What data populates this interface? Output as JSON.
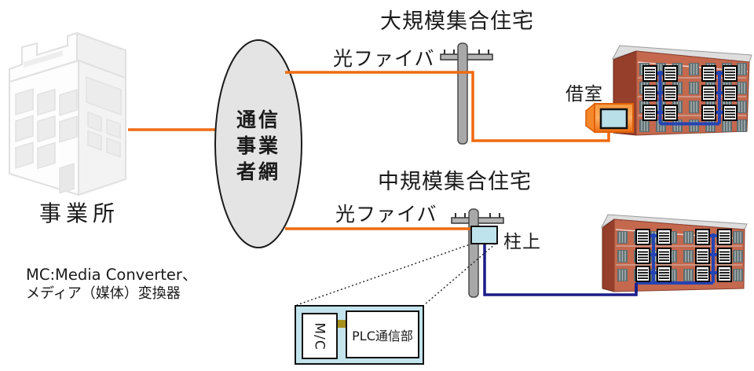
{
  "labels": {
    "office": "事業所",
    "network_l1": "通信",
    "network_l2": "事業",
    "network_l3": "者網",
    "large_title": "大規模集合住宅",
    "fiber_top": "光ファイバ",
    "room": "借室",
    "medium_title": "中規模集合住宅",
    "fiber_bottom": "光ファイバ",
    "pole_label": "柱上",
    "mc": "M/C",
    "plc": "PLC通信部",
    "note1": "MC:Media Converter、",
    "note2": "メディア（媒体）変換器"
  },
  "colors": {
    "fiber_orange": "#ef6a12",
    "plc_navy": "#1c1c88",
    "indoor_blue": "#2444b4",
    "pale_blue_panel": "#bfe3ec",
    "network_ellipse_fill": "#e4e4e4",
    "apartment_wall": "#c4684e",
    "apartment_side": "#963f2a",
    "pole_gray": "#a8a8a8"
  }
}
